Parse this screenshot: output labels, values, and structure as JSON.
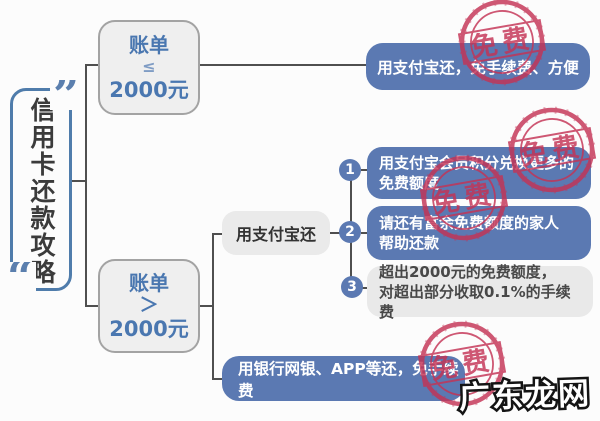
{
  "title": {
    "text": "信用卡还款攻略",
    "quote_open": "“",
    "quote_close": "”"
  },
  "branch_small": {
    "label_top": "账单",
    "operator": "≤",
    "label_bottom": "2000元"
  },
  "branch_large": {
    "label_top": "账单",
    "operator": "＞",
    "label_bottom": "2000元"
  },
  "result_small": {
    "text": "用支付宝还，免手续费、方便"
  },
  "alipay_node": {
    "label": "用支付宝还"
  },
  "steps": [
    {
      "num": "1",
      "line1": "用支付宝会员积分兑换更多的",
      "line2": "免费额度"
    },
    {
      "num": "2",
      "line1": "请还有富余免费额度的家人",
      "line2": "帮助还款"
    },
    {
      "num": "3",
      "line1": "超出2000元的免费额度，",
      "line2": "对超出部分收取0.1%的手续费"
    }
  ],
  "result_bank": {
    "text": "用银行网银、APP等还，免手续费"
  },
  "stamp": {
    "label": "免费"
  },
  "watermark": {
    "text": "广东龙网"
  },
  "colors": {
    "node_blue": "#5b79b2",
    "condition_text_blue": "#4a77b0",
    "bracket_blue": "#4f7cab",
    "stamp_red": "#c43355",
    "gray_box": "#eaeaea",
    "connector_gray": "#4f4f4f"
  }
}
